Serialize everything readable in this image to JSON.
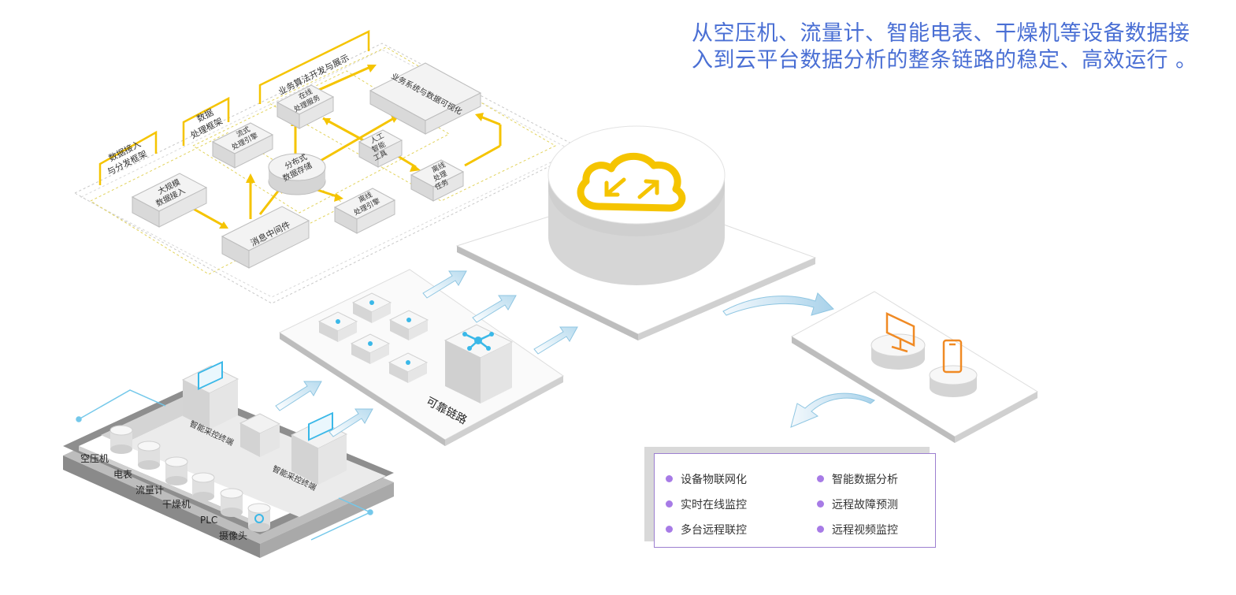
{
  "headline": {
    "line1": "从空压机、流量计、智能电表、干燥机等设备数据接",
    "line2": "入到云平台数据分析的整条链路的稳定、高效运行 。"
  },
  "framework": {
    "section_labels": {
      "ingest": [
        "数据接入",
        "与分发框架"
      ],
      "processing": [
        "数据",
        "处理框架"
      ],
      "business": "业务算法开发与展示"
    },
    "modules": {
      "bigdata_ingest": [
        "大规模",
        "数据接入"
      ],
      "message_middleware": "消息中间件",
      "stream_engine": [
        "流式",
        "处理引擎"
      ],
      "distributed_storage": [
        "分布式",
        "数据存储"
      ],
      "batch_engine": [
        "离线",
        "处理引擎"
      ],
      "online_service": [
        "在线",
        "处理服务"
      ],
      "ai_tools": [
        "人工",
        "智能",
        "工具"
      ],
      "offline_tasks": [
        "离线",
        "处理",
        "任务"
      ],
      "biz_system": "业务系统与数据可视化"
    }
  },
  "edge": {
    "terminal_label_1": "智能采控终端",
    "terminal_label_2": "智能采控终端",
    "devices": [
      "空压机",
      "电表",
      "流量计",
      "干燥机",
      "PLC",
      "摄像头"
    ]
  },
  "network": {
    "label": "可靠链路"
  },
  "legend": {
    "items_left": [
      "设备物联网化",
      "实时在线监控",
      "多台远程联控"
    ],
    "items_right": [
      "智能数据分析",
      "远程故障预测",
      "远程视频监控"
    ]
  },
  "colors": {
    "accent_yellow": "#f5c400",
    "cyan": "#3ab8e8",
    "orange": "#f08a24",
    "legend_dot": "#a77be6",
    "headline": "#4a6fd4"
  }
}
